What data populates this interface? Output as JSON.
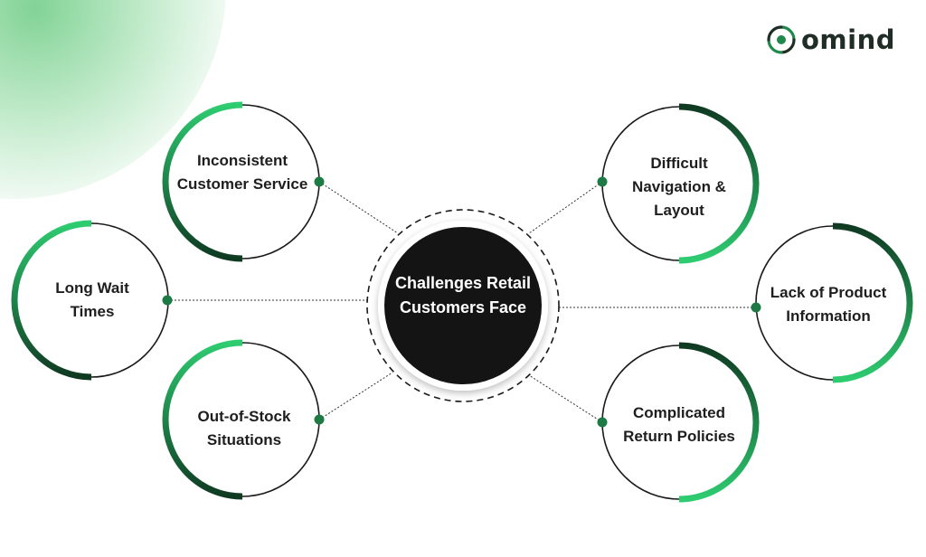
{
  "brand": {
    "name": "omind"
  },
  "colors": {
    "green_bright": "#2ecc71",
    "green_dark": "#0f3a22",
    "center_fill": "#141414",
    "text": "#1e1e1e"
  },
  "center": {
    "title": "Challenges Retail Customers Face"
  },
  "challenges": [
    {
      "label": "Inconsistent Customer Service"
    },
    {
      "label": "Long Wait Times"
    },
    {
      "label": "Out-of-Stock Situations"
    },
    {
      "label": "Difficult Navigation & Layout"
    },
    {
      "label": "Lack of Product Information"
    },
    {
      "label": "Complicated Return Policies"
    }
  ]
}
